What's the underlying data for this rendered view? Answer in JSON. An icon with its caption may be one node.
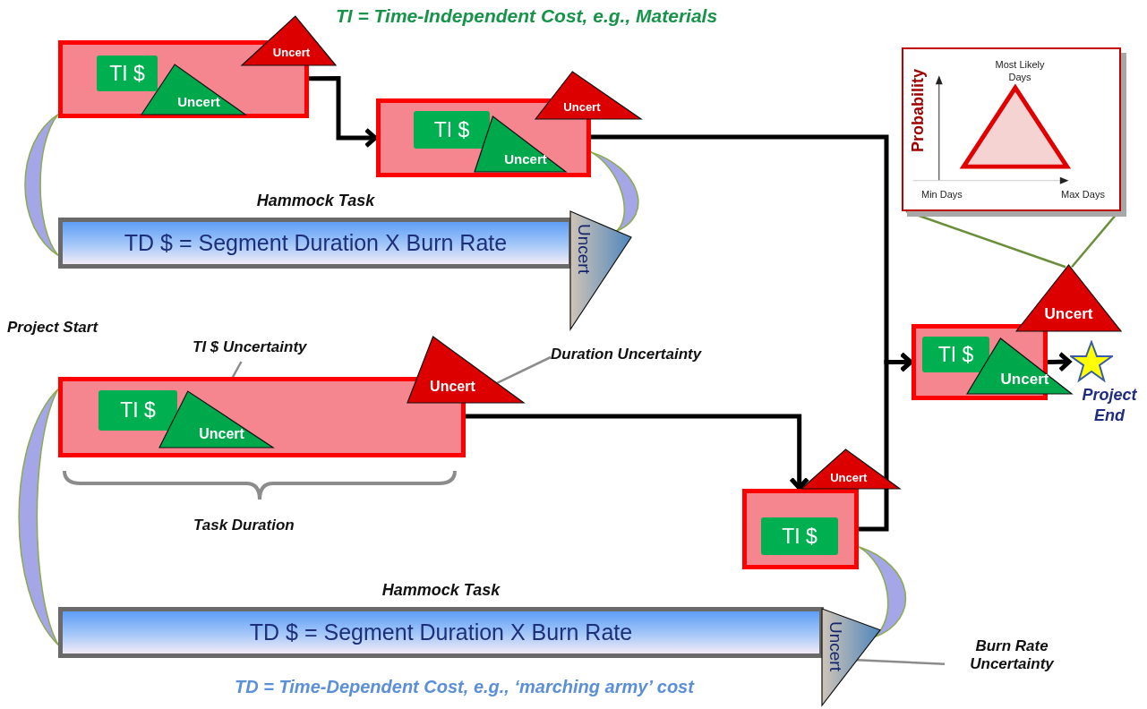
{
  "diagram": {
    "nodes": [
      {
        "text": [],
        "shape": "box"
      },
      {
        "text": [
          "TI $"
        ],
        "in": 0
      },
      {
        "text": [
          "Uncert"
        ],
        "in": 0
      },
      {
        "text": [
          "Uncert"
        ]
      },
      {
        "text": [],
        "shape": "box"
      },
      {
        "text": [
          "TI $"
        ],
        "in": 4
      },
      {
        "text": [
          "Uncert"
        ],
        "in": 4
      },
      {
        "text": [
          "Uncert"
        ]
      },
      {
        "text": [
          "Hammock Task",
          "TD $ = Segment Duration X Burn Rate"
        ]
      },
      {
        "text": [
          "Uncert"
        ]
      },
      {
        "text": [],
        "shape": "box"
      },
      {
        "text": [
          "TI $"
        ],
        "in": 10
      },
      {
        "text": [
          "Uncert"
        ],
        "in": 10
      },
      {
        "text": [
          "Uncert"
        ]
      },
      {
        "text": [],
        "shape": "box"
      },
      {
        "text": [
          "TI $"
        ],
        "in": 14
      },
      {
        "text": [
          "Uncert"
        ]
      },
      {
        "text": [
          "Hammock Task",
          "TD $ = Segment Duration X Burn Rate"
        ]
      },
      {
        "text": [
          "Uncert"
        ]
      },
      {
        "text": [],
        "shape": "box"
      },
      {
        "text": [
          "TI $"
        ],
        "in": 19
      },
      {
        "text": [
          "Uncert"
        ]
      },
      {
        "text": [
          "Uncert"
        ]
      },
      {
        "text": [],
        "shape": "star",
        "beside": [
          "Project End"
        ]
      },
      {
        "text": [
          "Probability",
          "Most Likely Days",
          "Min Days",
          "Max Days"
        ]
      },
      {
        "text": [
          "Duration Uncertainty"
        ]
      },
      {
        "text": [
          "TI $ Uncertainty"
        ]
      },
      {
        "text": [
          "Burn Rate Uncertainty"
        ]
      }
    ],
    "edges": [
      {
        "from": 0,
        "to": 4,
        "arrow": "to",
        "style": "thick"
      },
      {
        "from": 4,
        "to": 19,
        "arrow": "to",
        "style": "thick"
      },
      {
        "from": 10,
        "to": 14,
        "arrow": "to",
        "style": "thick"
      },
      {
        "from": 14,
        "to": 19,
        "arrow": "to",
        "style": "thick"
      },
      {
        "from": 19,
        "to": 23,
        "arrow": "to",
        "style": "thick"
      },
      {
        "from": 0,
        "to": 8,
        "arrow": "none",
        "style": "thick",
        "color": "#a4a6e8"
      },
      {
        "from": 4,
        "to": 9,
        "arrow": "none",
        "style": "thick",
        "color": "#a4a6e8"
      },
      {
        "from": 10,
        "to": 17,
        "arrow": "none",
        "style": "thick",
        "color": "#a4a6e8"
      },
      {
        "from": 14,
        "to": 18,
        "arrow": "none",
        "style": "thick",
        "color": "#a4a6e8"
      },
      {
        "from": 25,
        "to": 13,
        "arrow": "none",
        "color": "#8c8c8c"
      },
      {
        "from": 26,
        "to": 12,
        "arrow": "none",
        "color": "#8c8c8c"
      },
      {
        "from": 27,
        "to": 18,
        "arrow": "none",
        "color": "#8c8c8c"
      },
      {
        "from": 24,
        "to": 22,
        "arrow": "none",
        "color": "#6b8e3a"
      },
      {
        "from": 24,
        "to": 22,
        "arrow": "none",
        "color": "#6b8e3a"
      }
    ],
    "labels": [
      "TI = Time-Independent Cost, e.g., Materials",
      "Project Start",
      "Task Duration",
      "TD = Time-Dependent Cost, e.g., ‘marching army’ cost"
    ]
  }
}
